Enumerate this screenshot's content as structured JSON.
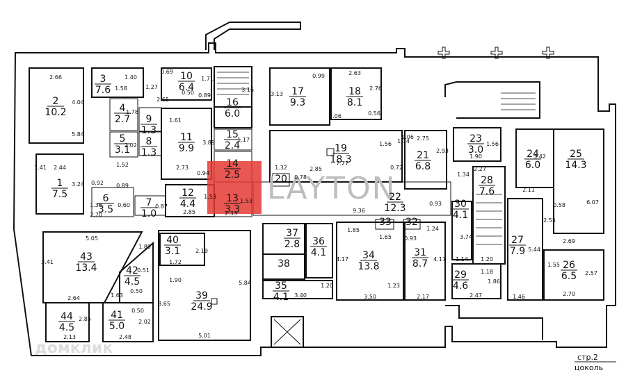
{
  "watermark": {
    "brand": "LAYTON",
    "brand_color": "#e53935",
    "site": "домклик"
  },
  "sheet": {
    "page": "стр.2",
    "level": "цоколь"
  },
  "rooms": [
    {
      "num": "2",
      "area": "10.2"
    },
    {
      "num": "3",
      "area": "7.6"
    },
    {
      "num": "4",
      "area": "2.7"
    },
    {
      "num": "5",
      "area": "3.1"
    },
    {
      "num": "1",
      "area": "7.5"
    },
    {
      "num": "6",
      "area": "3.5"
    },
    {
      "num": "7",
      "area": "1.0"
    },
    {
      "num": "8",
      "area": "1.3"
    },
    {
      "num": "9",
      "area": "1.3"
    },
    {
      "num": "10",
      "area": "6.4"
    },
    {
      "num": "11",
      "area": "9.9"
    },
    {
      "num": "12",
      "area": "4.4"
    },
    {
      "num": "13",
      "area": "3.3"
    },
    {
      "num": "14",
      "area": "2.5"
    },
    {
      "num": "15",
      "area": "2.4"
    },
    {
      "num": "16",
      "area": "6.0"
    },
    {
      "num": "17",
      "area": "9.3"
    },
    {
      "num": "18",
      "area": "8.1"
    },
    {
      "num": "19",
      "area": "18.3"
    },
    {
      "num": "20",
      "area": ""
    },
    {
      "num": "21",
      "area": "6.8"
    },
    {
      "num": "22",
      "area": "12.3"
    },
    {
      "num": "23",
      "area": "3.0"
    },
    {
      "num": "24",
      "area": "6.0"
    },
    {
      "num": "25",
      "area": "14.3"
    },
    {
      "num": "26",
      "area": "6.5"
    },
    {
      "num": "27",
      "area": "7.9"
    },
    {
      "num": "28",
      "area": "7.6"
    },
    {
      "num": "29",
      "area": "4.6"
    },
    {
      "num": "30",
      "area": "4.1"
    },
    {
      "num": "31",
      "area": "8.7"
    },
    {
      "num": "32",
      "area": ""
    },
    {
      "num": "33",
      "area": ""
    },
    {
      "num": "34",
      "area": "13.8"
    },
    {
      "num": "35",
      "area": "4.1"
    },
    {
      "num": "36",
      "area": "4.1"
    },
    {
      "num": "37",
      "area": "2.8"
    },
    {
      "num": "38",
      "area": ""
    },
    {
      "num": "39",
      "area": "24.9"
    },
    {
      "num": "40",
      "area": "3.1"
    },
    {
      "num": "41",
      "area": "5.0"
    },
    {
      "num": "42",
      "area": "4.5"
    },
    {
      "num": "43",
      "area": "13.4"
    },
    {
      "num": "44",
      "area": "4.5"
    }
  ],
  "dimensions": [
    "2.66",
    "4.04",
    "5.84",
    "2.44",
    "3.24",
    "1.41",
    "0.92",
    "0.89",
    "1.36",
    "2.70",
    "0.60",
    "1.40",
    "1.58",
    "1.27",
    "0.69",
    "0.50",
    "1.71",
    "0.89",
    "2.65",
    "1.78",
    "1.52",
    "2.02",
    "1.61",
    "2.73",
    "0.94",
    "3.89",
    "0.87",
    "2.85",
    "1.53",
    "2.33",
    "1.53",
    "1.17",
    "3.16",
    "3.13",
    "0.99",
    "1.06",
    "2.63",
    "2.76",
    "0.56",
    "1.32",
    "0.78",
    "2.85",
    "7.27",
    "1.56",
    "1.34",
    "0.72",
    "1.06",
    "2.75",
    "2.93",
    "1.90",
    "1.56",
    "2.27",
    "1.34",
    "3.42",
    "2.11",
    "0.58",
    "6.07",
    "2.55",
    "2.69",
    "5.44",
    "1.55",
    "2.57",
    "2.70",
    "1.46",
    "0.93",
    "9.36",
    "1.85",
    "1.65",
    "0.93",
    "1.24",
    "3.74",
    "1.14",
    "1.20",
    "1.18",
    "1.86",
    "2.47",
    "4.17",
    "1.23",
    "3.50",
    "2.17",
    "4.17",
    "1.20",
    "3.40",
    "5.05",
    "3.41",
    "1.89",
    "1.72",
    "2.19",
    "0.51",
    "1.90",
    "5.84",
    "3.65",
    "5.01",
    "1.63",
    "0.50",
    "0.50",
    "2.02",
    "2.48",
    "2.64",
    "2.85",
    "2.13"
  ]
}
